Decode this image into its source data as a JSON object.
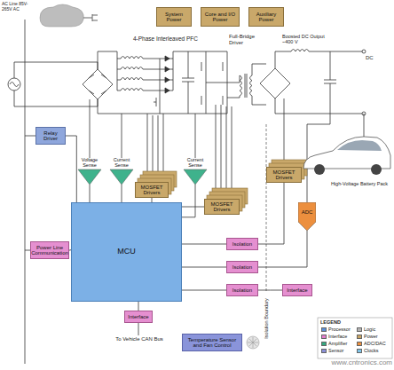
{
  "diagram": {
    "nodes": [
      {
        "text": [
          "System Power"
        ]
      },
      {
        "text": [
          "Core and I/O Power"
        ]
      },
      {
        "text": [
          "Auxiliary Power"
        ]
      },
      {
        "text": [
          "Relay Driver"
        ]
      },
      {
        "text": [
          "Voltage Sense"
        ]
      },
      {
        "text": [
          "Current Sense"
        ]
      },
      {
        "text": [
          "MOSFET Drivers"
        ]
      },
      {
        "text": [
          "Current Sense"
        ]
      },
      {
        "text": [
          "MOSFET Drivers"
        ]
      },
      {
        "text": [
          "MOSFET Drivers"
        ]
      },
      {
        "text": [
          "ADC"
        ]
      },
      {
        "text": [
          "MCU"
        ]
      },
      {
        "text": [
          "Power Line Communication"
        ]
      },
      {
        "text": [
          "Isolation"
        ]
      },
      {
        "text": [
          "Isolation"
        ]
      },
      {
        "text": [
          "Isolation"
        ]
      },
      {
        "text": [
          "Interface"
        ]
      },
      {
        "text": [
          "Interface"
        ]
      },
      {
        "text": [
          "Temperature Sensor and Fan Control"
        ]
      }
    ],
    "edges": [
      {
        "from": 3,
        "to": 11,
        "arrow": "none"
      },
      {
        "from": 12,
        "to": 11,
        "arrow": "none"
      },
      {
        "from": 4,
        "to": 11,
        "arrow": "none"
      },
      {
        "from": 5,
        "to": 11,
        "arrow": "none"
      },
      {
        "from": 6,
        "to": 11,
        "arrow": "none"
      },
      {
        "from": 7,
        "to": 11,
        "arrow": "none"
      },
      {
        "from": 11,
        "to": 8,
        "arrow": "none"
      },
      {
        "from": 11,
        "to": 13,
        "arrow": "none"
      },
      {
        "from": 11,
        "to": 14,
        "arrow": "none"
      },
      {
        "from": 11,
        "to": 15,
        "arrow": "none"
      },
      {
        "from": 13,
        "to": 9,
        "arrow": "none"
      },
      {
        "from": 14,
        "to": 10,
        "arrow": "none"
      },
      {
        "from": 15,
        "to": 16,
        "arrow": "none"
      },
      {
        "from": 11,
        "to": 17,
        "arrow": "none"
      }
    ],
    "labels": [
      "AC Line 85V-265V AC",
      "4-Phase Interleaved PFC",
      "Full-Bridge Driver",
      "Boosted DC Output ~400 V",
      "DC",
      "High-Voltage Battery Pack",
      "Isolation Boundary",
      "To Vehicle CAN Bus",
      "LEGEND",
      "www.cntronics.com"
    ],
    "legend": [
      {
        "text": "Processor",
        "color": "#5b8fd8"
      },
      {
        "text": "Interface",
        "color": "#e27ccb"
      },
      {
        "text": "Amplifier",
        "color": "#35a97f"
      },
      {
        "text": "Sensor",
        "color": "#8a8fd6"
      },
      {
        "text": "Logic",
        "color": "#b4b4b4"
      },
      {
        "text": "Power",
        "color": "#c7a463"
      },
      {
        "text": "ADC/DAC",
        "color": "#ec8f3e"
      },
      {
        "text": "Clocks",
        "color": "#7fc4e8"
      }
    ]
  }
}
